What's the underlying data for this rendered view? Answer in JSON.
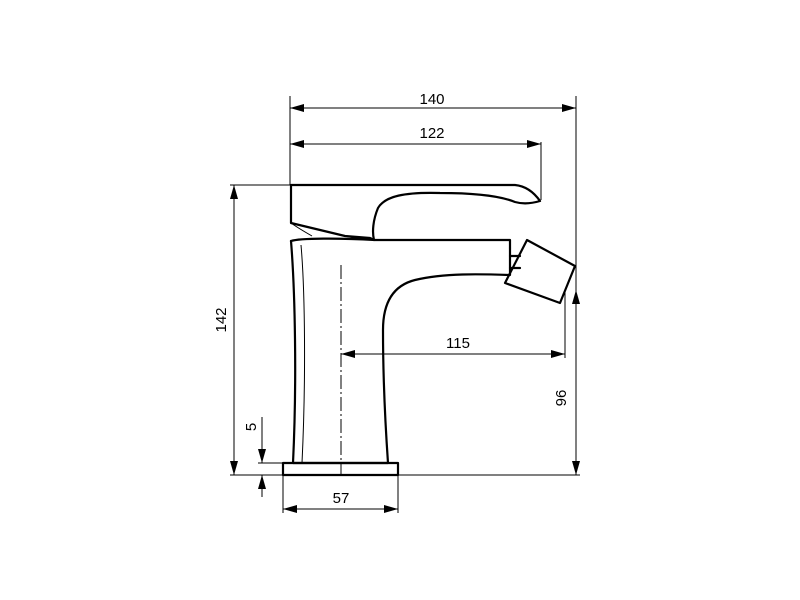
{
  "drawing": {
    "dimensions": {
      "overall_width": "140",
      "lever_width": "122",
      "height": "142",
      "spout_reach": "115",
      "spout_height": "96",
      "base_thickness": "5",
      "base_width": "57"
    }
  }
}
